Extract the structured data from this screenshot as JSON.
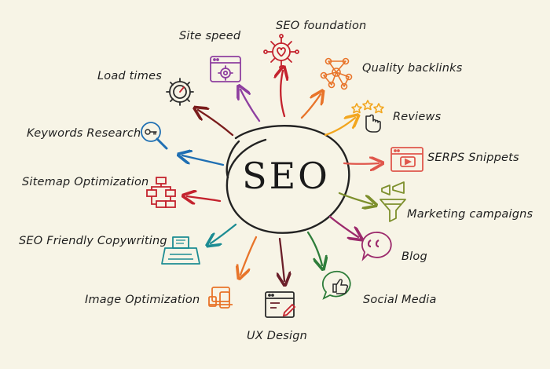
{
  "center": {
    "label": "SEO"
  },
  "colors": {
    "background": "#f7f4e6",
    "circle": "#222222",
    "dark_red": "#7a1c1c",
    "purple": "#8e3fa0",
    "red": "#c4232e",
    "orange": "#e8742a",
    "yellow_orange": "#f2a61f",
    "salmon": "#e0574c",
    "olive": "#7d8f2c",
    "magenta": "#9c2a6c",
    "green": "#2e7d3a",
    "maroon": "#6b1f2a",
    "teal": "#1c8c93",
    "blue": "#1f6fb3"
  },
  "nodes": [
    {
      "key": "seo_foundation",
      "label": "SEO foundation",
      "icon": "heart-network-icon",
      "color": "red"
    },
    {
      "key": "quality_backlinks",
      "label": "Quality backlinks",
      "icon": "network-icon",
      "color": "orange"
    },
    {
      "key": "reviews",
      "label": "Reviews",
      "icon": "stars-hand-icon",
      "color": "yellow_orange"
    },
    {
      "key": "serps_snippets",
      "label": "SERPS Snippets",
      "icon": "browser-video-icon",
      "color": "salmon"
    },
    {
      "key": "marketing_campaigns",
      "label": "Marketing campaigns",
      "icon": "funnel-megaphone-icon",
      "color": "olive"
    },
    {
      "key": "blog",
      "label": "Blog",
      "icon": "quote-bubble-icon",
      "color": "magenta"
    },
    {
      "key": "social_media",
      "label": "Social Media",
      "icon": "thumbs-up-bubble-icon",
      "color": "green"
    },
    {
      "key": "ux_design",
      "label": "UX Design",
      "icon": "browser-pen-icon",
      "color": "maroon"
    },
    {
      "key": "image_optimization",
      "label": "Image Optimization",
      "icon": "devices-icon",
      "color": "orange"
    },
    {
      "key": "seo_friendly_copywriting",
      "label": "SEO Friendly Copywriting",
      "icon": "typewriter-icon",
      "color": "teal"
    },
    {
      "key": "sitemap_optimization",
      "label": "Sitemap Optimization",
      "icon": "sitemap-icon",
      "color": "red"
    },
    {
      "key": "keywords_research",
      "label": "Keywords Research",
      "icon": "magnifier-key-icon",
      "color": "blue"
    },
    {
      "key": "load_times",
      "label": "Load times",
      "icon": "gear-gauge-icon",
      "color": "dark_red"
    },
    {
      "key": "site_speed",
      "label": "Site speed",
      "icon": "browser-gear-icon",
      "color": "purple"
    }
  ]
}
